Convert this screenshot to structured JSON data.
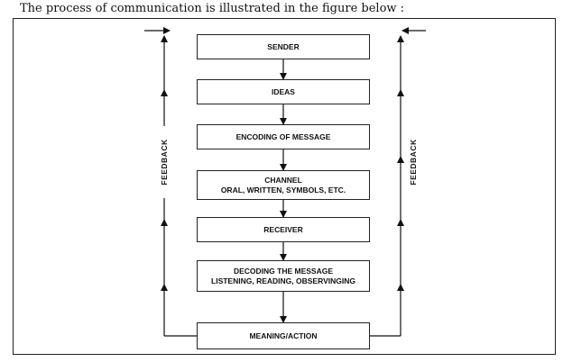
{
  "caption": "The process of communication is illustrated in the figure below :",
  "boxes": {
    "sender": "SENDER",
    "ideas": "IDEAS",
    "encoding": "ENCODING OF MESSAGE",
    "channel_title": "CHANNEL",
    "channel_detail": "ORAL, WRITTEN, SYMBOLS, ETC.",
    "receiver": "RECEIVER",
    "decoding_title": "DECODING THE MESSAGE",
    "decoding_detail": "LISTENING, READING, OBSERVINGING",
    "meaning": "MEANING/ACTION"
  },
  "feedback": {
    "left": "FEEDBACK",
    "right": "FEEDBACK"
  }
}
